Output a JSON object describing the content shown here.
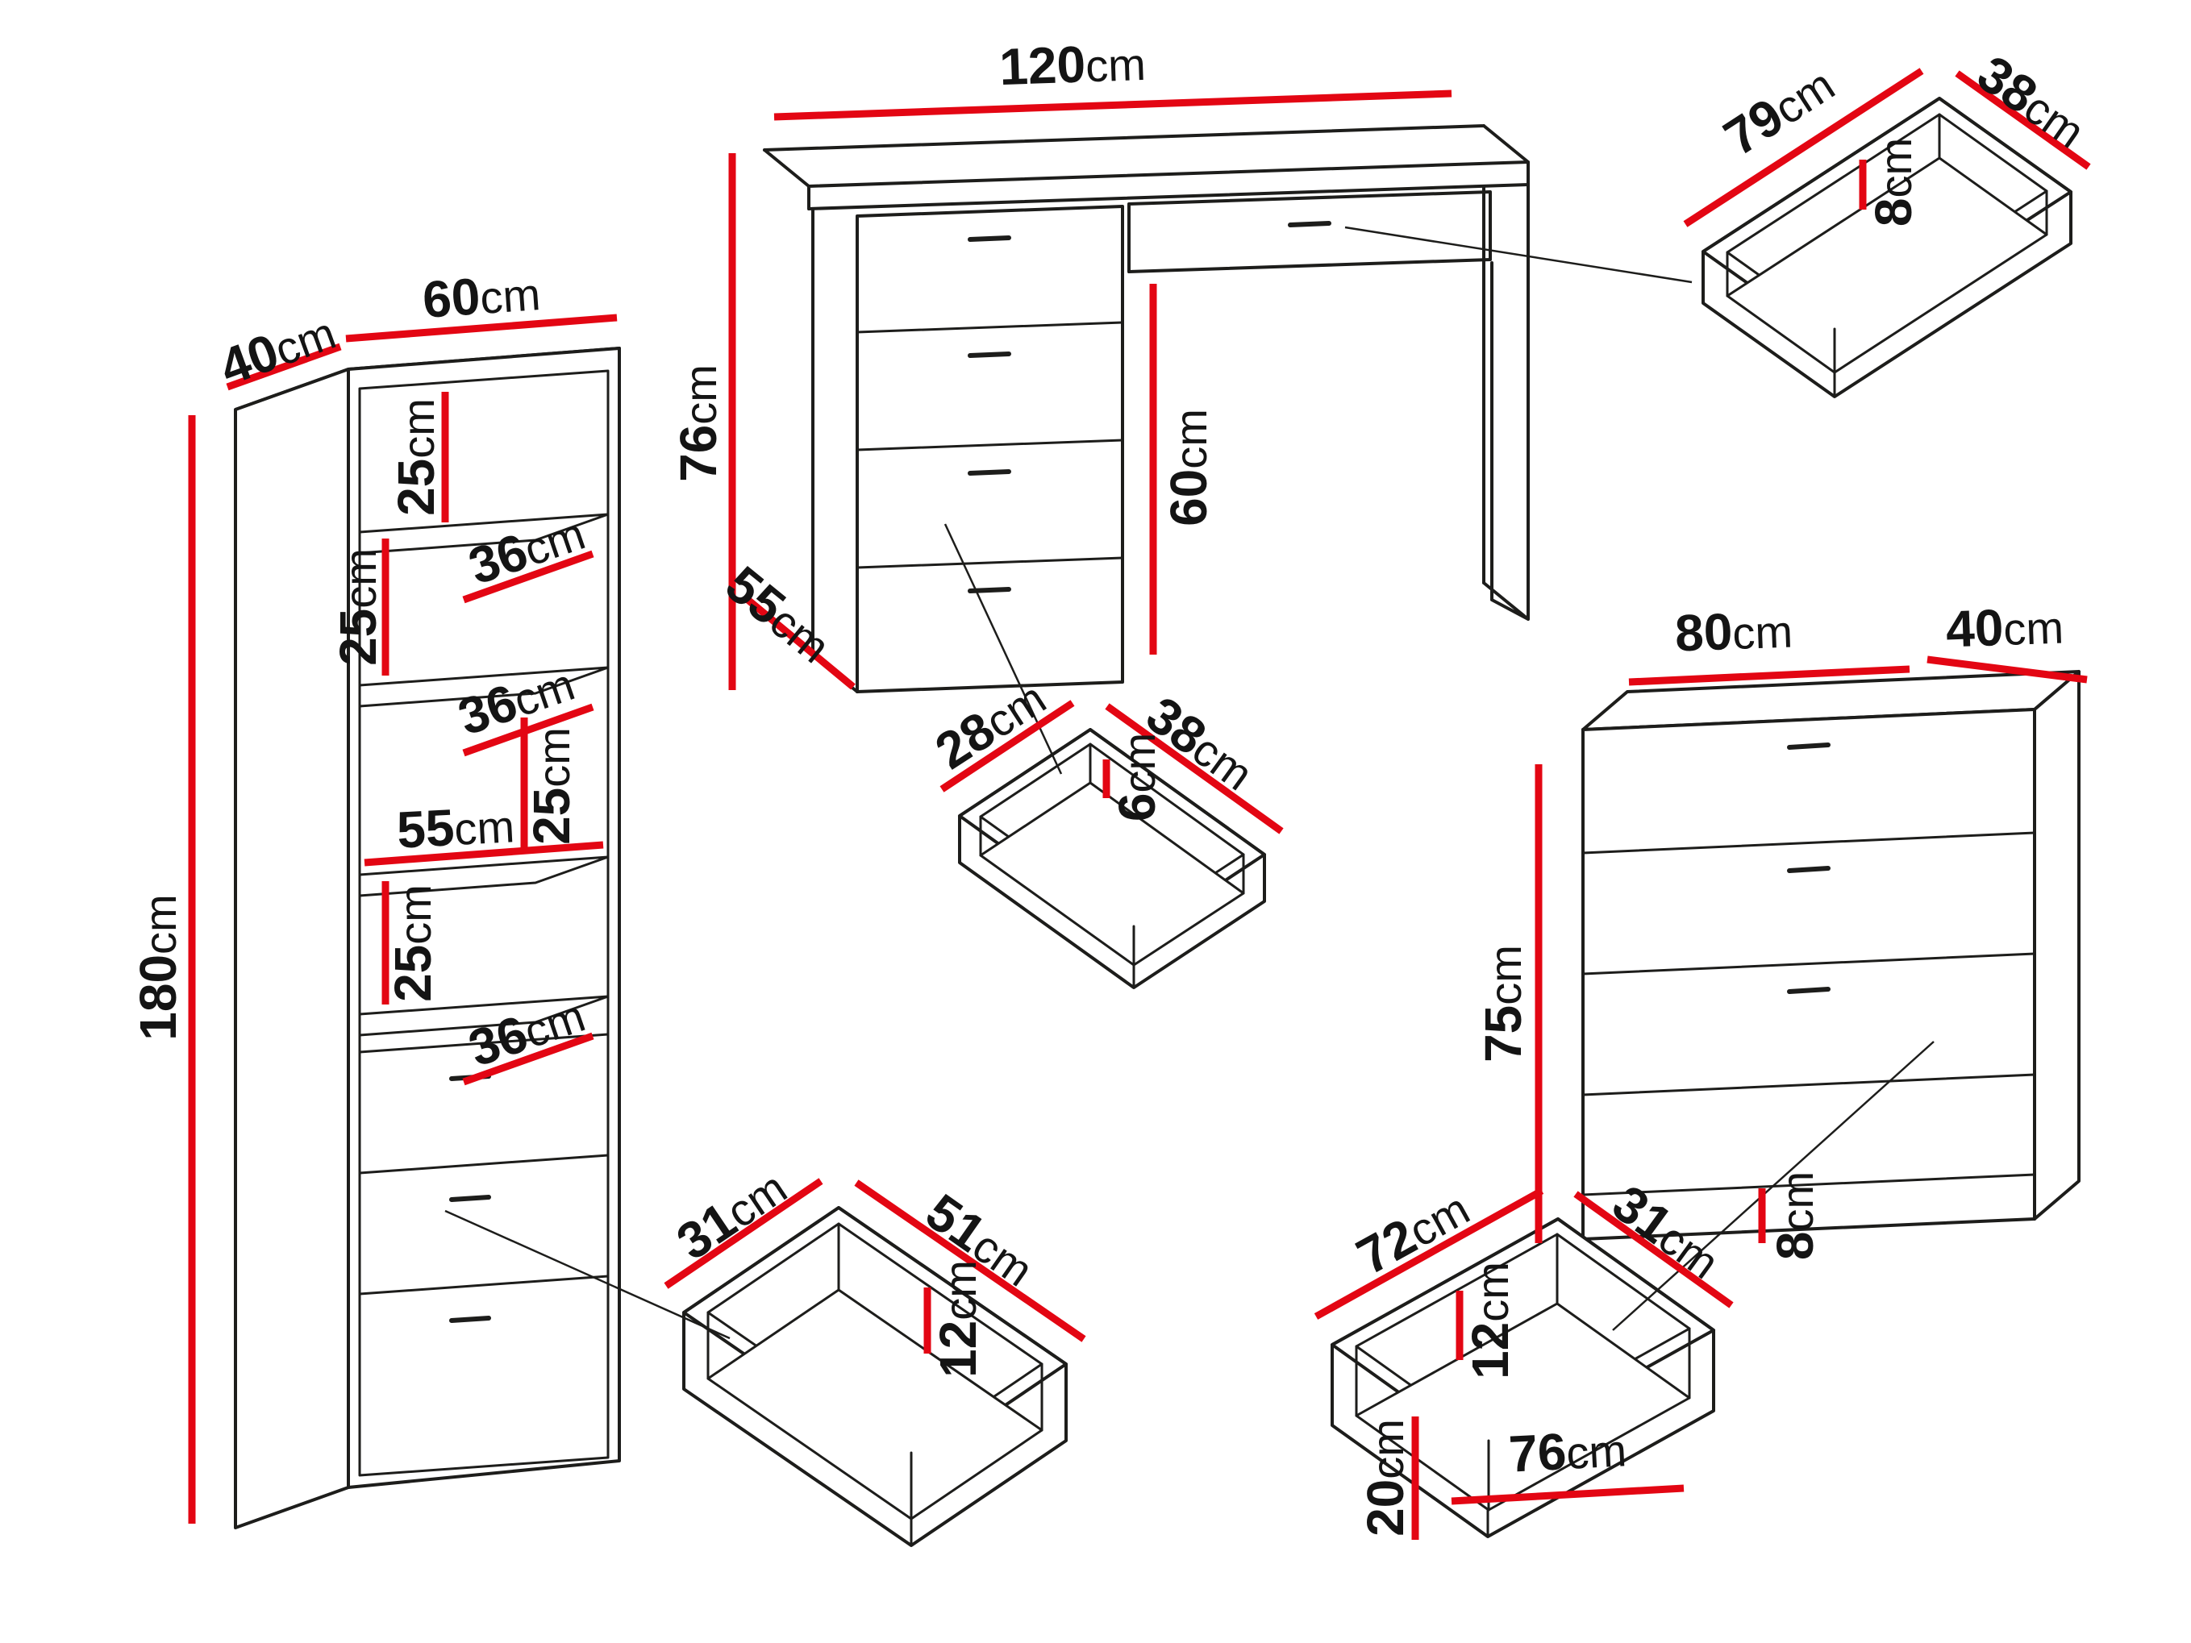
{
  "diagram": {
    "type": "furniture-dimension-diagram",
    "unit": "cm",
    "colors": {
      "dimension_red": "#e30613",
      "line_black": "#1d1d1b",
      "background": "#ffffff"
    },
    "pieces": {
      "cabinet": {
        "dims": {
          "depth": {
            "v": "40",
            "u": "cm"
          },
          "width": {
            "v": "60",
            "u": "cm"
          },
          "height": {
            "v": "180",
            "u": "cm"
          },
          "gap1": {
            "v": "25",
            "u": "cm"
          },
          "shelf1": {
            "v": "36",
            "u": "cm"
          },
          "gap2": {
            "v": "25",
            "u": "cm"
          },
          "shelf2": {
            "v": "36",
            "u": "cm"
          },
          "gap3": {
            "v": "25",
            "u": "cm"
          },
          "inner_width": {
            "v": "55",
            "u": "cm"
          },
          "gap4": {
            "v": "25",
            "u": "cm"
          },
          "shelf3": {
            "v": "36",
            "u": "cm"
          }
        }
      },
      "desk": {
        "dims": {
          "width": {
            "v": "120",
            "u": "cm"
          },
          "height": {
            "v": "76",
            "u": "cm"
          },
          "depth": {
            "v": "55",
            "u": "cm"
          },
          "leg_space": {
            "v": "60",
            "u": "cm"
          }
        }
      },
      "desk_drawer": {
        "dims": {
          "width": {
            "v": "79",
            "u": "cm"
          },
          "depth": {
            "v": "38",
            "u": "cm"
          },
          "height": {
            "v": "8",
            "u": "cm"
          }
        }
      },
      "desk_small_drawer": {
        "dims": {
          "depth": {
            "v": "28",
            "u": "cm"
          },
          "width": {
            "v": "38",
            "u": "cm"
          },
          "height": {
            "v": "6",
            "u": "cm"
          }
        }
      },
      "chest": {
        "dims": {
          "width": {
            "v": "80",
            "u": "cm"
          },
          "depth": {
            "v": "40",
            "u": "cm"
          },
          "height": {
            "v": "75",
            "u": "cm"
          },
          "base": {
            "v": "8",
            "u": "cm"
          }
        }
      },
      "cabinet_drawer": {
        "dims": {
          "depth": {
            "v": "31",
            "u": "cm"
          },
          "width": {
            "v": "51",
            "u": "cm"
          },
          "height": {
            "v": "12",
            "u": "cm"
          }
        }
      },
      "chest_drawer": {
        "dims": {
          "width": {
            "v": "72",
            "u": "cm"
          },
          "depth": {
            "v": "31",
            "u": "cm"
          },
          "inner_height": {
            "v": "12",
            "u": "cm"
          },
          "front_height": {
            "v": "20",
            "u": "cm"
          },
          "front_width": {
            "v": "76",
            "u": "cm"
          }
        }
      }
    }
  }
}
